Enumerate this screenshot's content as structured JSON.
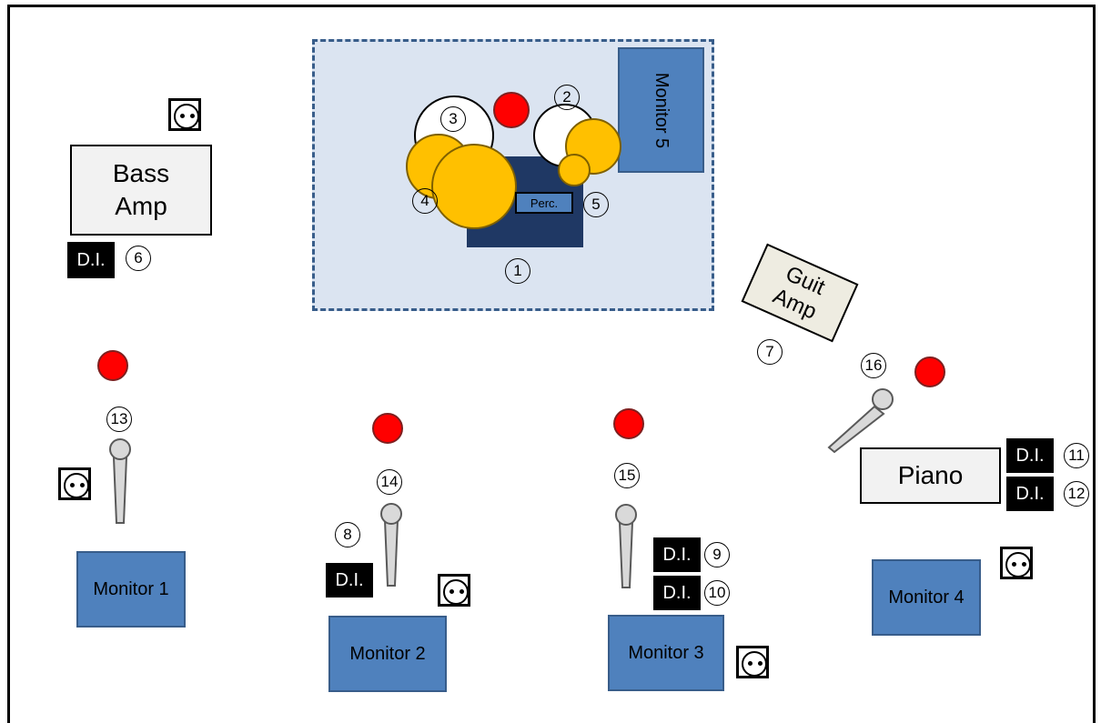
{
  "colors": {
    "monitor": "#4f81bd",
    "drum_zone": "#dbe4f1",
    "drum_kit": "#1f3864",
    "cymbal": "#ffc000",
    "vocalist_marker": "#ff0000",
    "di_box": "#000000"
  },
  "drum_zone": {
    "monitor5_label": "Monitor 5",
    "perc_label": "Perc.",
    "numbers": {
      "kit": "1",
      "toms_right": "2",
      "toms_left": "3",
      "cymbals_left": "4",
      "perc": "5"
    }
  },
  "bass": {
    "amp_label": "Bass\nAmp",
    "di_label": "D.I.",
    "di_number": "6"
  },
  "guitar": {
    "amp_label": "Guit\nAmp",
    "number": "7"
  },
  "piano": {
    "label": "Piano",
    "di1_label": "D.I.",
    "di1_number": "11",
    "di2_label": "D.I.",
    "di2_number": "12",
    "mic_number": "16"
  },
  "monitors": [
    {
      "label": "Monitor 1"
    },
    {
      "label": "Monitor 2"
    },
    {
      "label": "Monitor 3"
    },
    {
      "label": "Monitor 4"
    }
  ],
  "position1": {
    "mic_number": "13"
  },
  "position2": {
    "mic_number": "14",
    "di_label": "D.I.",
    "di_number": "8"
  },
  "position3": {
    "mic_number": "15",
    "di1_label": "D.I.",
    "di1_number": "9",
    "di2_label": "D.I.",
    "di2_number": "10"
  },
  "icons": [
    "power-outlet-icon",
    "microphone-icon",
    "vocalist-position-marker",
    "cymbal-icon",
    "drum-icon"
  ]
}
